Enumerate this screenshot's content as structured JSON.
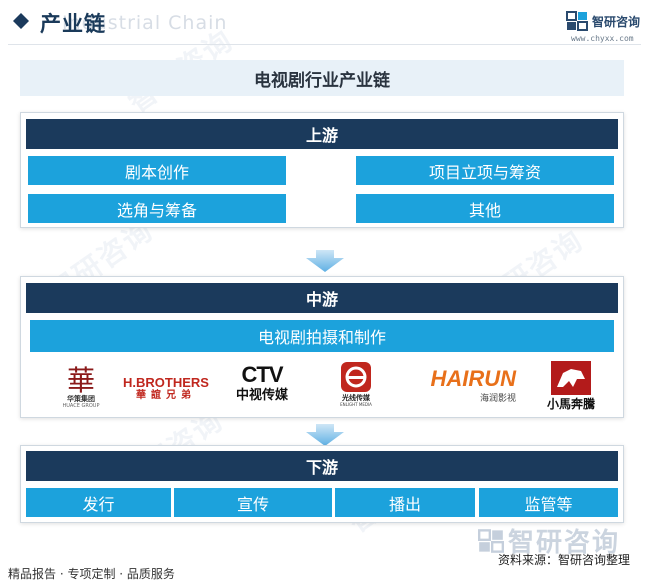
{
  "header": {
    "title": "产业链",
    "ghost_text": "Industrial Chain",
    "brand_name": "智研咨询",
    "brand_url": "www.chyxx.com"
  },
  "diagram": {
    "title": "电视剧行业产业链",
    "upstream": {
      "label": "上游",
      "items": [
        "剧本创作",
        "项目立项与筹资",
        "选角与筹备",
        "其他"
      ]
    },
    "midstream": {
      "label": "中游",
      "activity": "电视剧拍摄和制作",
      "companies": [
        {
          "name": "华策集团",
          "sub": "HUACE GROUP",
          "icon": "huace-logo"
        },
        {
          "name": "H.BROTHERS",
          "sub": "華誼兄弟",
          "icon": "hbrothers-logo"
        },
        {
          "name": "CTV",
          "sub": "中视传媒",
          "icon": "ctv-logo"
        },
        {
          "name": "光线传媒",
          "sub": "ENLIGHT MEDIA",
          "icon": "enlight-logo"
        },
        {
          "name": "HAIRUN",
          "sub": "海润影视",
          "icon": "hairun-logo"
        },
        {
          "name": "小馬奔騰",
          "sub": "",
          "icon": "xiaomabenteng-logo"
        }
      ]
    },
    "downstream": {
      "label": "下游",
      "items": [
        "发行",
        "宣传",
        "播出",
        "监管等"
      ]
    }
  },
  "footer": {
    "left": "精品报告 · 专项定制 · 品质服务",
    "source": "资料来源：智研咨询整理",
    "brand": "智研咨询"
  },
  "colors": {
    "band": "#1b3a5c",
    "box": "#1ca2dc",
    "title_bg": "#e8f1f8"
  }
}
